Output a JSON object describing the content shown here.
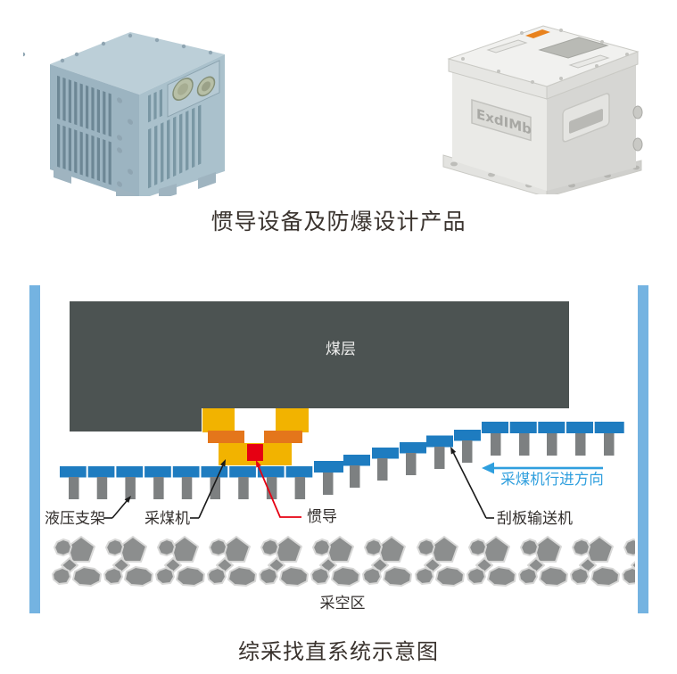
{
  "products": {
    "caption": "惯导设备及防爆设计产品",
    "right_device": {
      "embossed_text": "ExdIMb"
    }
  },
  "diagram": {
    "caption": "综采找直系统示意图",
    "labels": {
      "coal_seam": "煤层",
      "hydraulic_support": "液压支架",
      "shearer": "采煤机",
      "ins": "惯导",
      "scraper_conveyor": "刮板输送机",
      "travel_direction": "采煤机行进方向",
      "goaf": "采空区"
    },
    "colors": {
      "coal": "#4c5352",
      "conveyor_blue": "#1e7cc0",
      "side_bar_blue": "#74b3e1",
      "machine_yellow": "#f2b300",
      "machine_orange": "#e4761b",
      "ins_red": "#e60012",
      "support_gray": "#7d8081",
      "rock_gray": "#8c8e8e",
      "direction_blue": "#2f9fde"
    }
  }
}
